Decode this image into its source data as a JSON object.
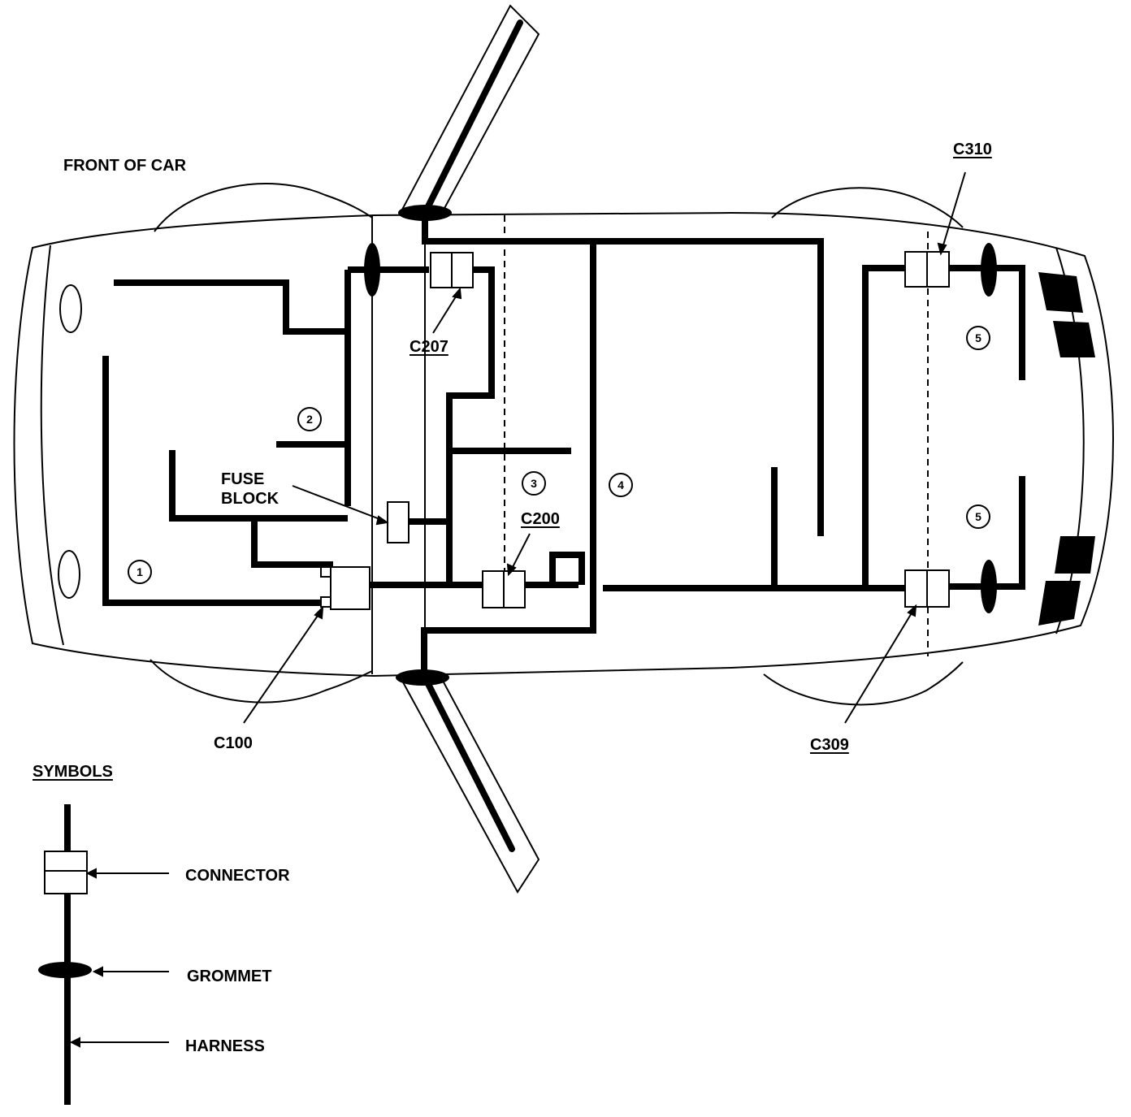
{
  "title": "FRONT OF CAR",
  "labels": {
    "fuse_block_line1": "FUSE",
    "fuse_block_line2": "BLOCK",
    "c100": "C100",
    "c200": "C200",
    "c207": "C207",
    "c309": "C309",
    "c310": "C310"
  },
  "zones": [
    "1",
    "2",
    "3",
    "4",
    "5",
    "5"
  ],
  "legend": {
    "title": "SYMBOLS",
    "connector": "CONNECTOR",
    "grommet": "GROMMET",
    "harness": "HARNESS"
  },
  "colors": {
    "ink": "#000000",
    "paper": "#ffffff"
  }
}
